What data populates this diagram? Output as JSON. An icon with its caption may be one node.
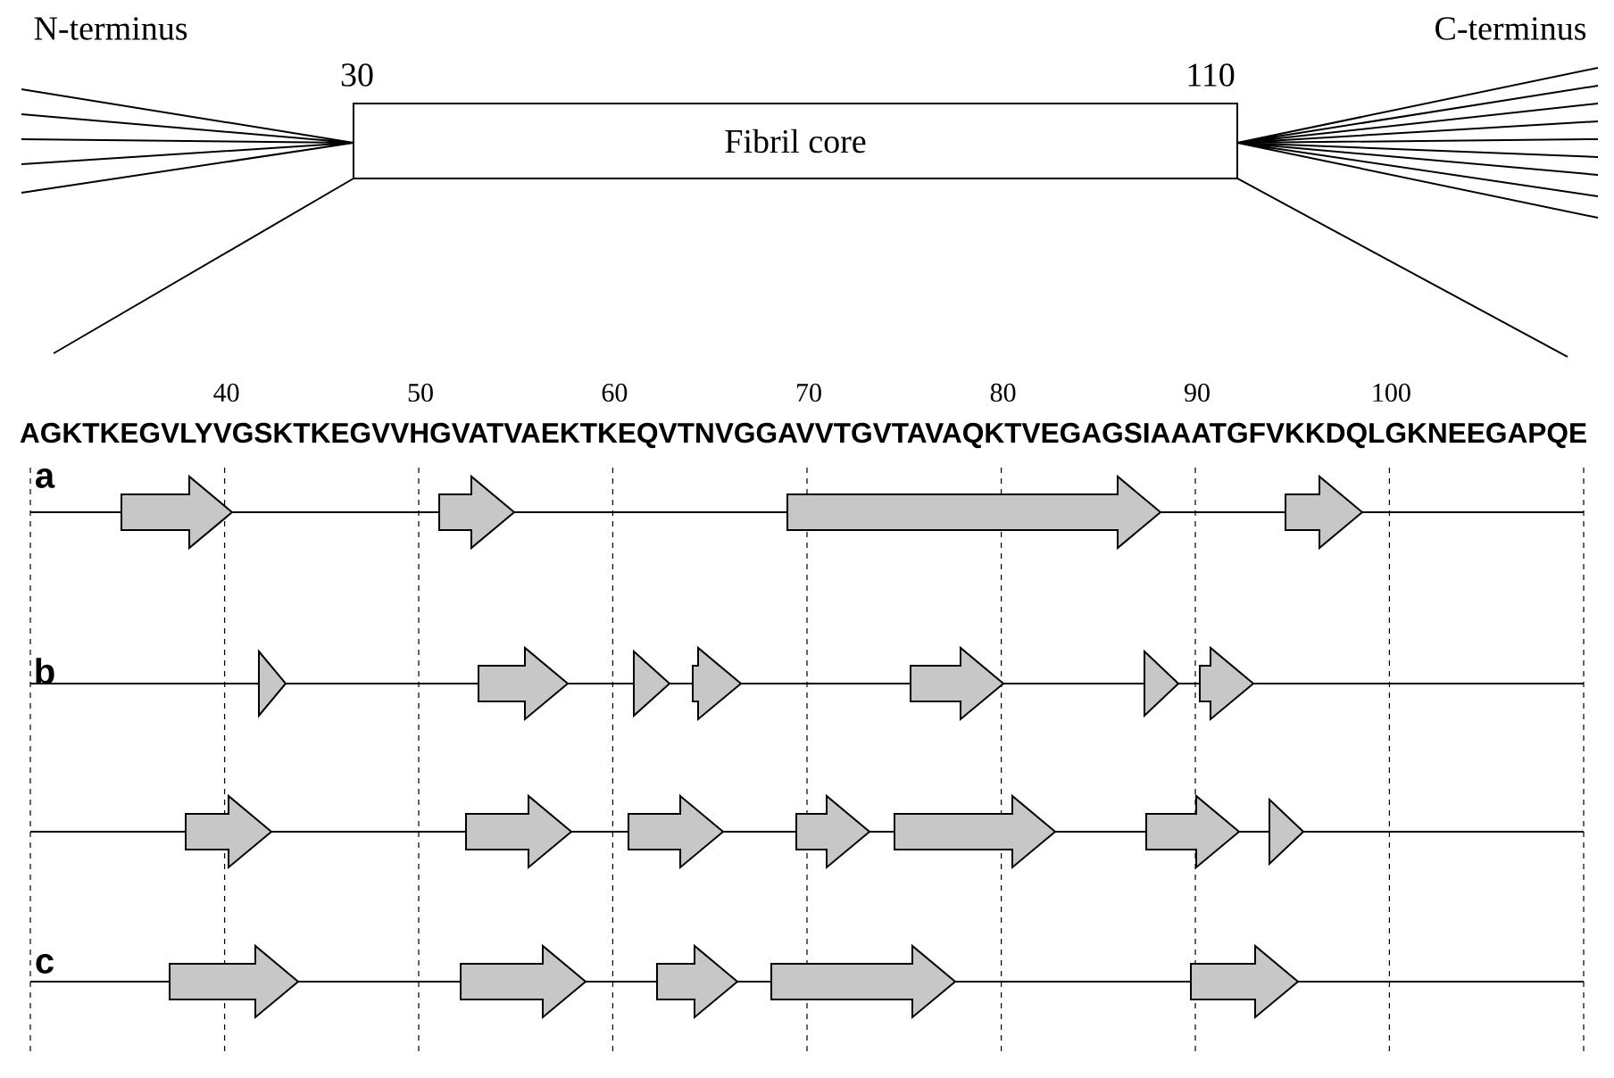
{
  "diagram": {
    "nodes": [
      {
        "text": [
          "Fibril core"
        ]
      }
    ],
    "labels": [
      "N-terminus",
      "C-terminus",
      "30",
      "110",
      "40",
      "50",
      "60",
      "70",
      "80",
      "90",
      "100",
      "AGKTKEGVLYVGSKTKEGVVHGVATVAEKTKEQVTNVGGAVVTGVTAVAQKTVEGAGSIAAATGFVKKDQLGKNEEGAPQE",
      "a",
      "b",
      "c"
    ]
  }
}
